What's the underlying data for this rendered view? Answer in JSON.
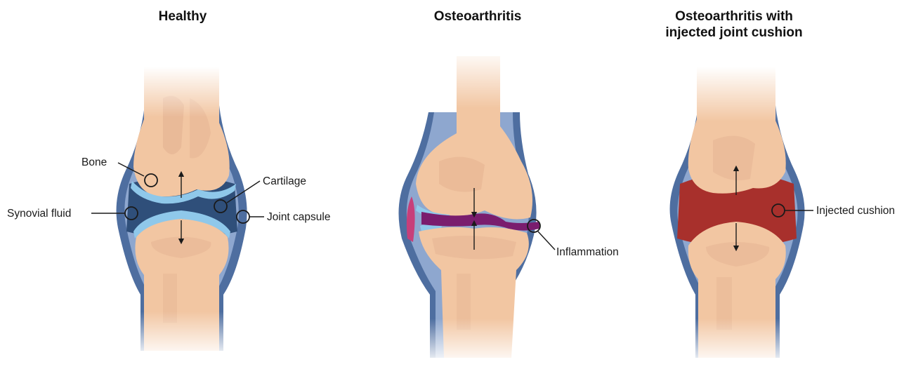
{
  "panels": [
    {
      "title": "Healthy",
      "labels": {
        "bone": "Bone",
        "cartilage": "Cartilage",
        "synovial_fluid": "Synovial fluid",
        "joint_capsule": "Joint capsule"
      }
    },
    {
      "title": "Osteoarthritis",
      "labels": {
        "inflammation": "Inflammation"
      }
    },
    {
      "title_line1": "Osteoarthritis with",
      "title_line2": "injected joint cushion",
      "labels": {
        "injected_cushion": "Injected cushion"
      }
    }
  ],
  "colors": {
    "skin_light": "#f6dcc4",
    "bone": "#f2c6a2",
    "bone_shadow": "#e6b594",
    "capsule_outer": "#4e6ea0",
    "capsule_inner": "#7f99c4",
    "synovial_fluid": "#2f4f7a",
    "cartilage": "#8fc8ea",
    "inflammation": "#7a1d6e",
    "inflammation_edge": "#c73f7a",
    "injected_cushion": "#a8302c"
  }
}
